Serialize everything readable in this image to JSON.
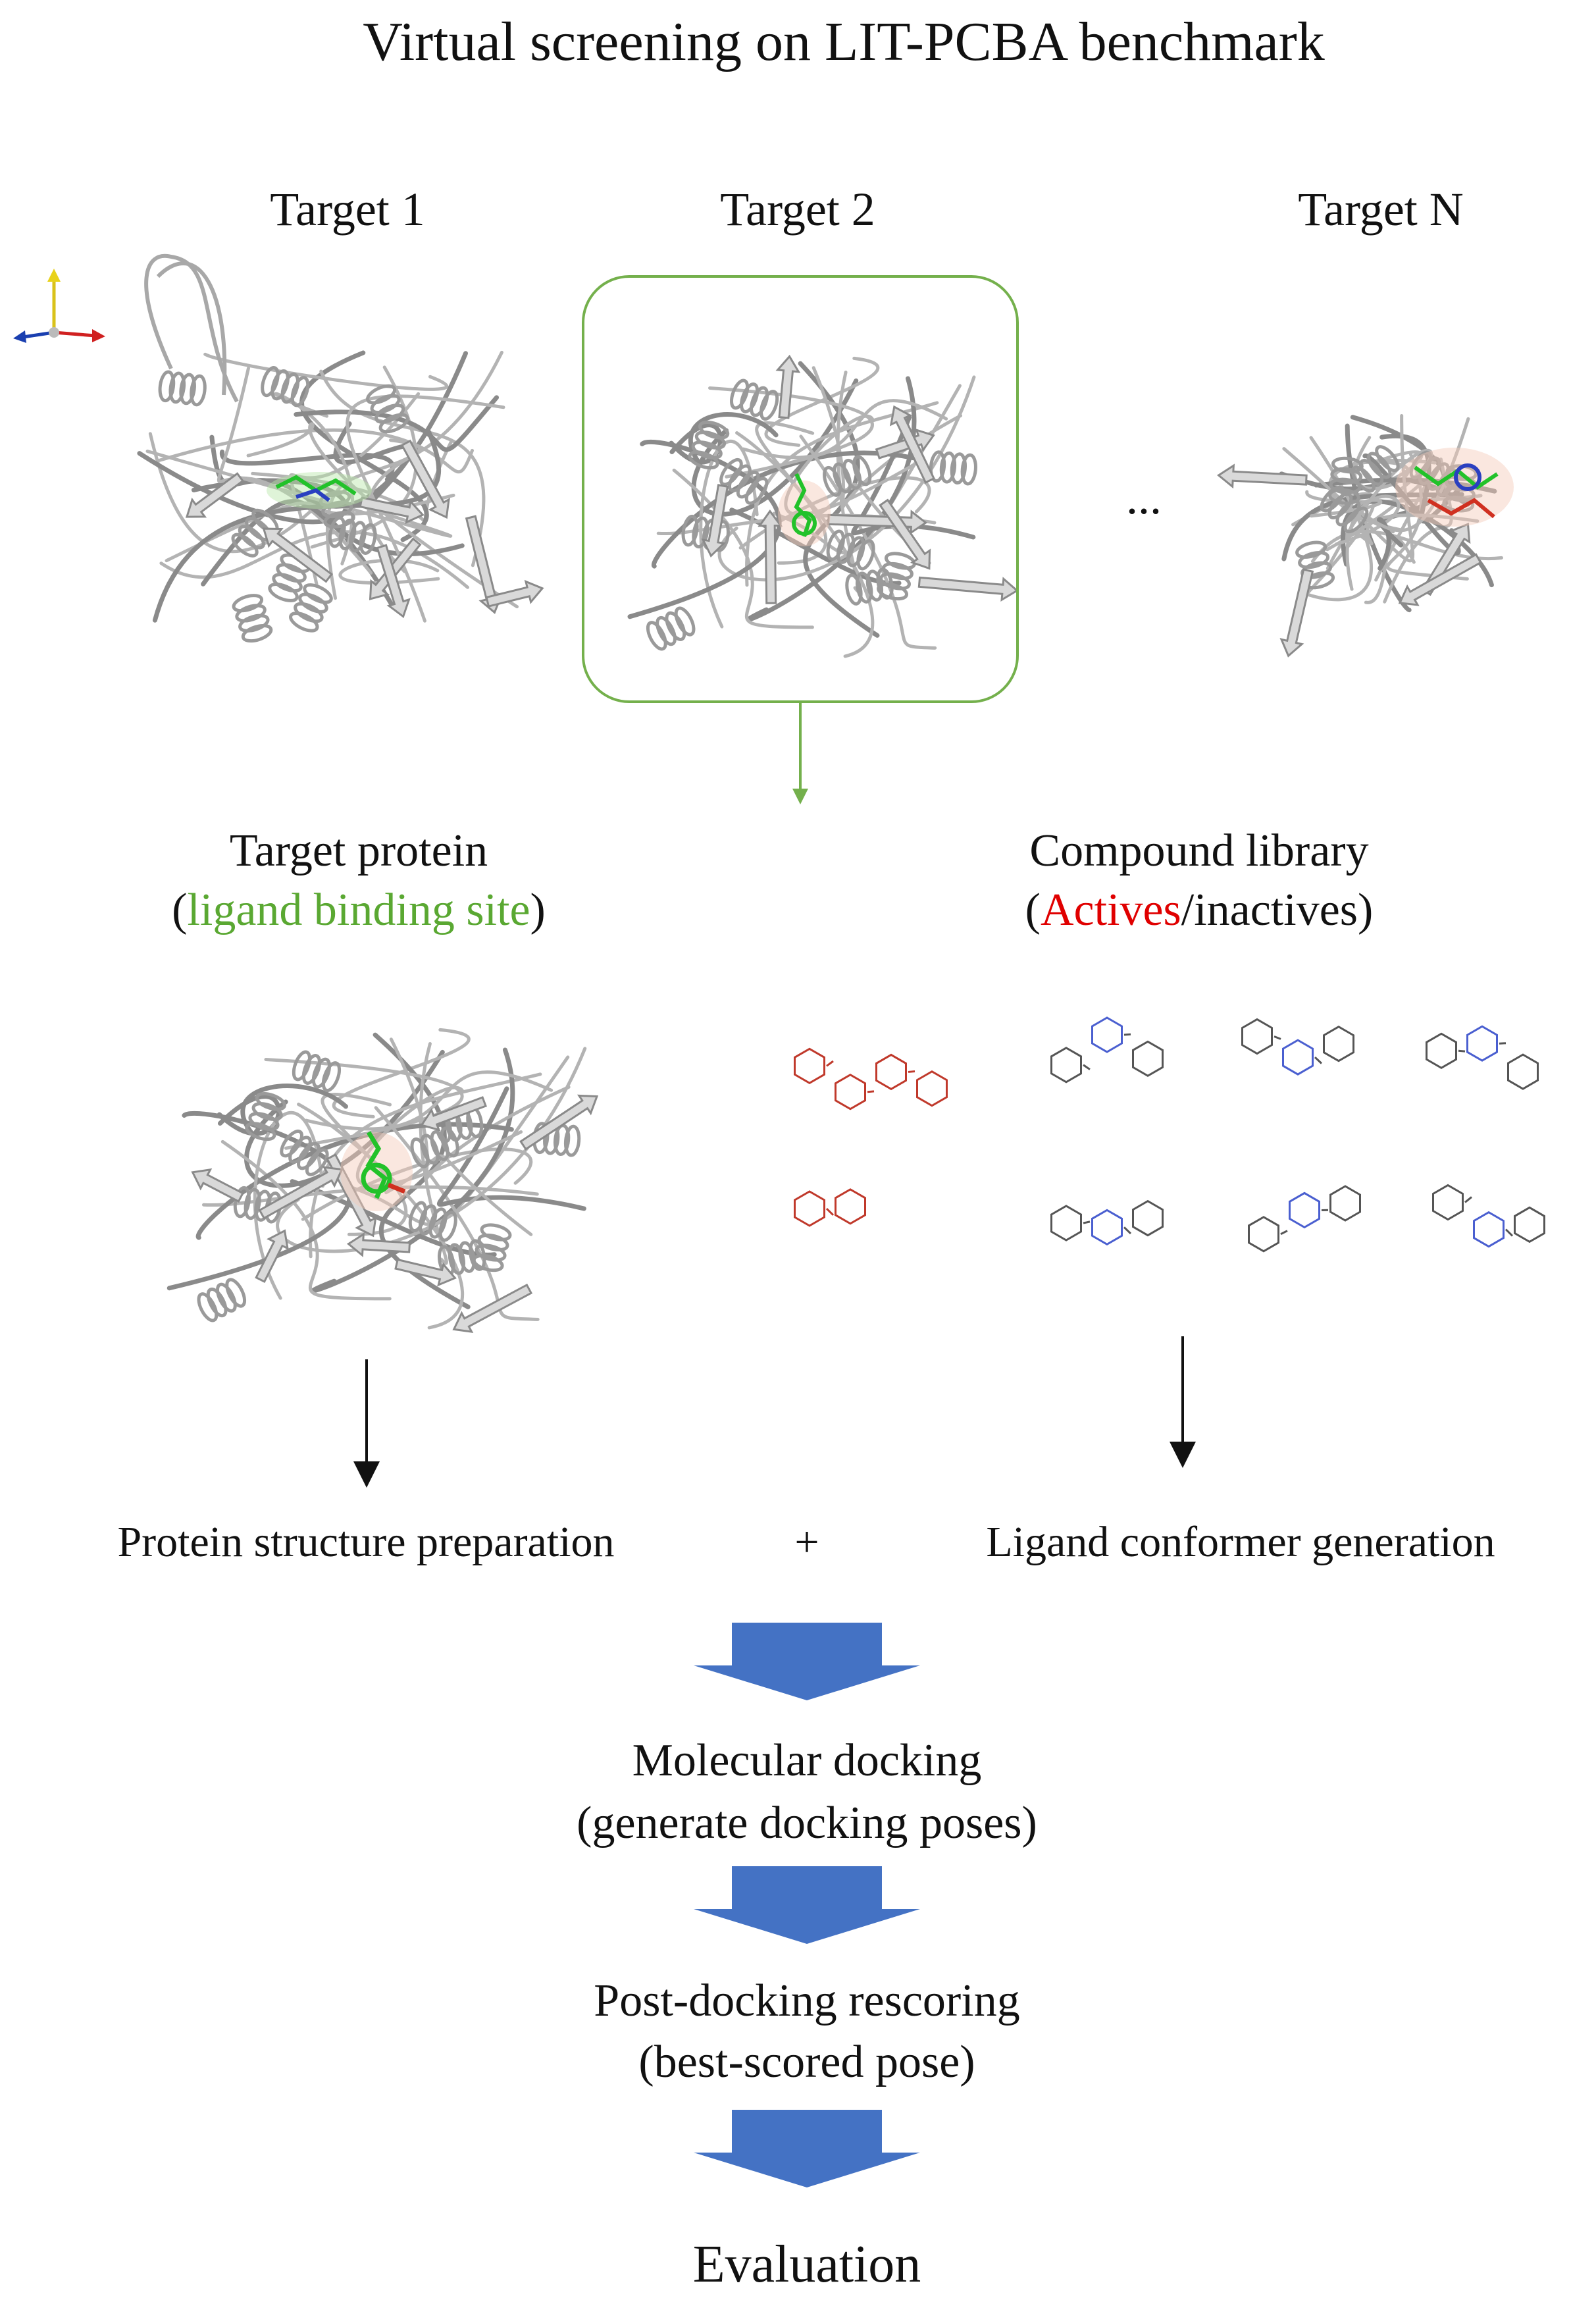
{
  "title": "Virtual screening on LIT-PCBA benchmark",
  "targets": [
    {
      "label": "Target 1"
    },
    {
      "label": "Target 2"
    },
    {
      "label": "Target N"
    }
  ],
  "ellipsis": "...",
  "target_protein": {
    "title": "Target protein",
    "open_paren": "(",
    "binding_site": "ligand binding site",
    "close_paren": ")"
  },
  "compound_library": {
    "title": "Compound library",
    "open_paren": "(",
    "actives": "Actives",
    "rest": "/inactives)"
  },
  "prep": {
    "protein": "Protein structure preparation",
    "plus": "+",
    "ligand": "Ligand conformer generation"
  },
  "pipeline": {
    "docking_title": "Molecular docking",
    "docking_sub": "(generate docking poses)",
    "rescoring_title": "Post-docking rescoring",
    "rescoring_sub": "(best-scored pose)",
    "evaluation": "Evaluation"
  },
  "colors": {
    "highlight_box": "#74b04c",
    "arrow_fill": "#4472c4",
    "binding_site_text": "#5aa832",
    "actives_text": "#e00000",
    "active_molecule": "#c0392b",
    "inactive_molecule": "#555555"
  }
}
